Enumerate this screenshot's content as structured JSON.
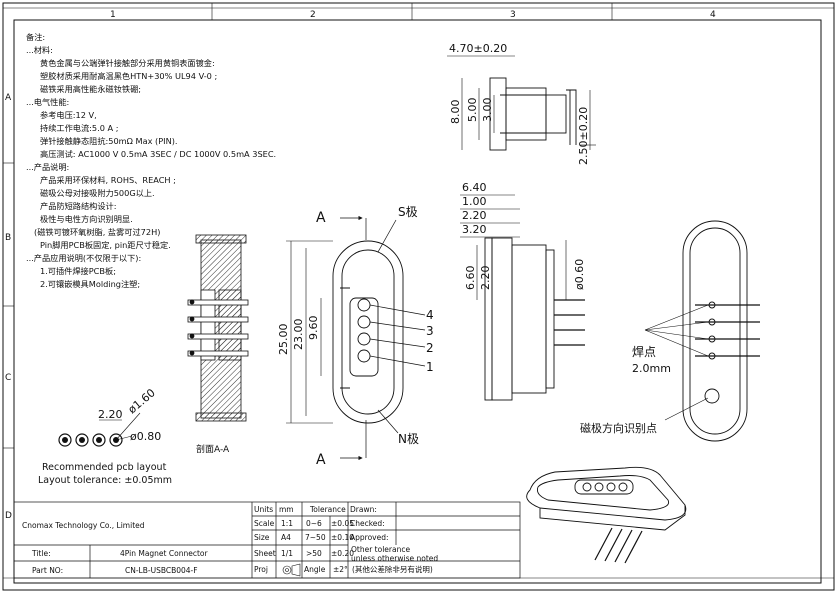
{
  "border": {
    "cols": [
      "1",
      "2",
      "3",
      "4"
    ],
    "rows": [
      "A",
      "B",
      "C",
      "D"
    ]
  },
  "notes": {
    "lines": [
      "备注:",
      "...材料:",
      "黄色金属与公端弹针接触部分采用黄铜表面镀金:",
      "塑胶材质采用耐高温黑色HTN+30% UL94 V-0 ;",
      "磁铁采用高性能永磁钕铁硼;",
      "...电气性能:",
      "参考电压:12 V,",
      "持续工作电流:5.0 A ;",
      "弹针接触静态阻抗:50mΩ Max (PIN).",
      "高压测试: AC1000 V 0.5mA 3SEC / DC 1000V 0.5mA 3SEC.",
      "...产品说明:",
      "产品采用环保材料, ROHS、REACH ;",
      "磁吸公母对接吸附力500G以上.",
      "产品防短路结构设计:",
      "极性与电性方向识别明显.",
      "(磁铁可镀环氧树脂, 盐雾可过72H)",
      "Pin脚用PCB板固定, pin距尺寸稳定.",
      "...产品应用说明(不仅限于以下):",
      "1.可插件焊接PCB板;",
      "2.可镶嵌模具Molding注塑;"
    ]
  },
  "views": {
    "section_a": "A",
    "section_label": "剖面A-A",
    "s_pole": "S极",
    "n_pole": "N极",
    "pins": [
      "4",
      "3",
      "2",
      "1"
    ],
    "solder_label": "焊点",
    "solder_size": "2.0mm",
    "magnet_label": "磁极方向识别点",
    "layout_caption": "Recommended pcb layout",
    "layout_tolerance": "Layout tolerance: ±0.05mm"
  },
  "dims": {
    "top_width": "4.70±0.20",
    "h800": "8.00",
    "h500": "5.00",
    "h300": "3.00",
    "h250": "2.50±0.20",
    "d640": "6.40",
    "d100": "1.00",
    "d220": "2.20",
    "d320": "3.20",
    "d660": "6.60",
    "d220v": "2.20",
    "dia060": "ø0.60",
    "h2500": "25.00",
    "h2300": "23.00",
    "h960": "9.60",
    "pcb_220": "2.20",
    "pcb_160": "ø1.60",
    "pcb_080": "ø0.80"
  },
  "title_block": {
    "company": "Cnomax Technology Co., Limited",
    "title_label": "Title:",
    "title_value": "4Pin Magnet Connector",
    "part_label": "Part NO:",
    "part_value": "CN-LB-USBCB004-F",
    "units_label": "Units",
    "units_value": "mm",
    "scale_label": "Scale",
    "scale_value": "1:1",
    "size_label": "Size",
    "size_value": "A4",
    "sheet_label": "Sheet",
    "sheet_value": "1/1",
    "proj_label": "Proj",
    "tolerance_label": "Tolerance",
    "tol_rows": [
      {
        "range": "0~6",
        "value": "±0.05"
      },
      {
        "range": "7~50",
        "value": "±0.10"
      },
      {
        "range": ">50",
        "value": "±0.20"
      }
    ],
    "angle_label": "Angle",
    "angle_value": "±2°",
    "drawn_label": "Drawn:",
    "checked_label": "Checked:",
    "approved_label": "Approved:",
    "other_tol_1": "Other tolerance",
    "other_tol_2": "unless otherwise noted",
    "other_tol_3": "(其他公差除非另有说明)"
  }
}
